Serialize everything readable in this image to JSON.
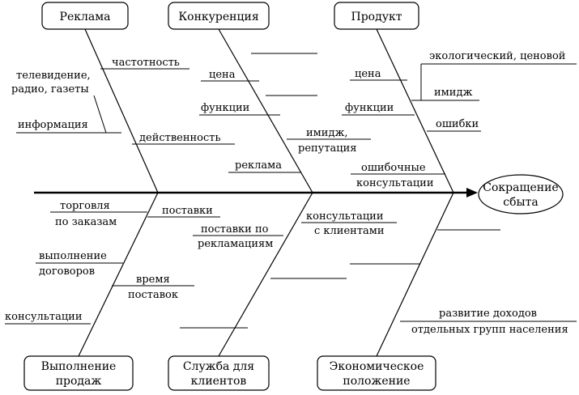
{
  "effect": {
    "line1": "Сокращение",
    "line2": "сбыта"
  },
  "categories": {
    "reklama": "Реклама",
    "konkurentsiya": "Конкуренция",
    "produkt": "Продукт",
    "vypolnenie": {
      "line1": "Выполнение",
      "line2": "продаж"
    },
    "sluzhba": {
      "line1": "Служба для",
      "line2": "клиентов"
    },
    "ekonomika": {
      "line1": "Экономическое",
      "line2": "положение"
    }
  },
  "causes": {
    "reklama": {
      "chastotnost": "частотность",
      "televidenie_1": "телевидение,",
      "televidenie_2": "радио, газеты",
      "informatsiya": "информация",
      "deistvennost": "действенность"
    },
    "konkurentsiya": {
      "tsena": "цена",
      "funktsii": "функции",
      "imidzh_1": "имидж,",
      "imidzh_2": "репутация",
      "reklama": "реклама"
    },
    "produkt": {
      "tsena": "цена",
      "ekologicheskiy": "экологический, ценовой",
      "imidzh": "имидж",
      "funktsii": "функции",
      "oshibki": "ошибки",
      "oshibochnye_1": "ошибочные",
      "oshibochnye_2": "консультации"
    },
    "vypolnenie": {
      "torgovlya_1": "торговля",
      "torgovlya_2": "по заказам",
      "vypolnenie_1": "выполнение",
      "vypolnenie_2": "договоров",
      "postavki": "поставки",
      "vremya_1": "время",
      "vremya_2": "поставок",
      "konsultatsii": "консультации"
    },
    "sluzhba": {
      "postavki_rekl_1": "поставки по",
      "postavki_rekl_2": "рекламациям",
      "konsultatsii_1": "консультации",
      "konsultatsii_2": "с клиентами"
    },
    "ekonomika": {
      "razvitie_1": "развитие доходов",
      "razvitie_2": "отдельных групп населения"
    }
  }
}
